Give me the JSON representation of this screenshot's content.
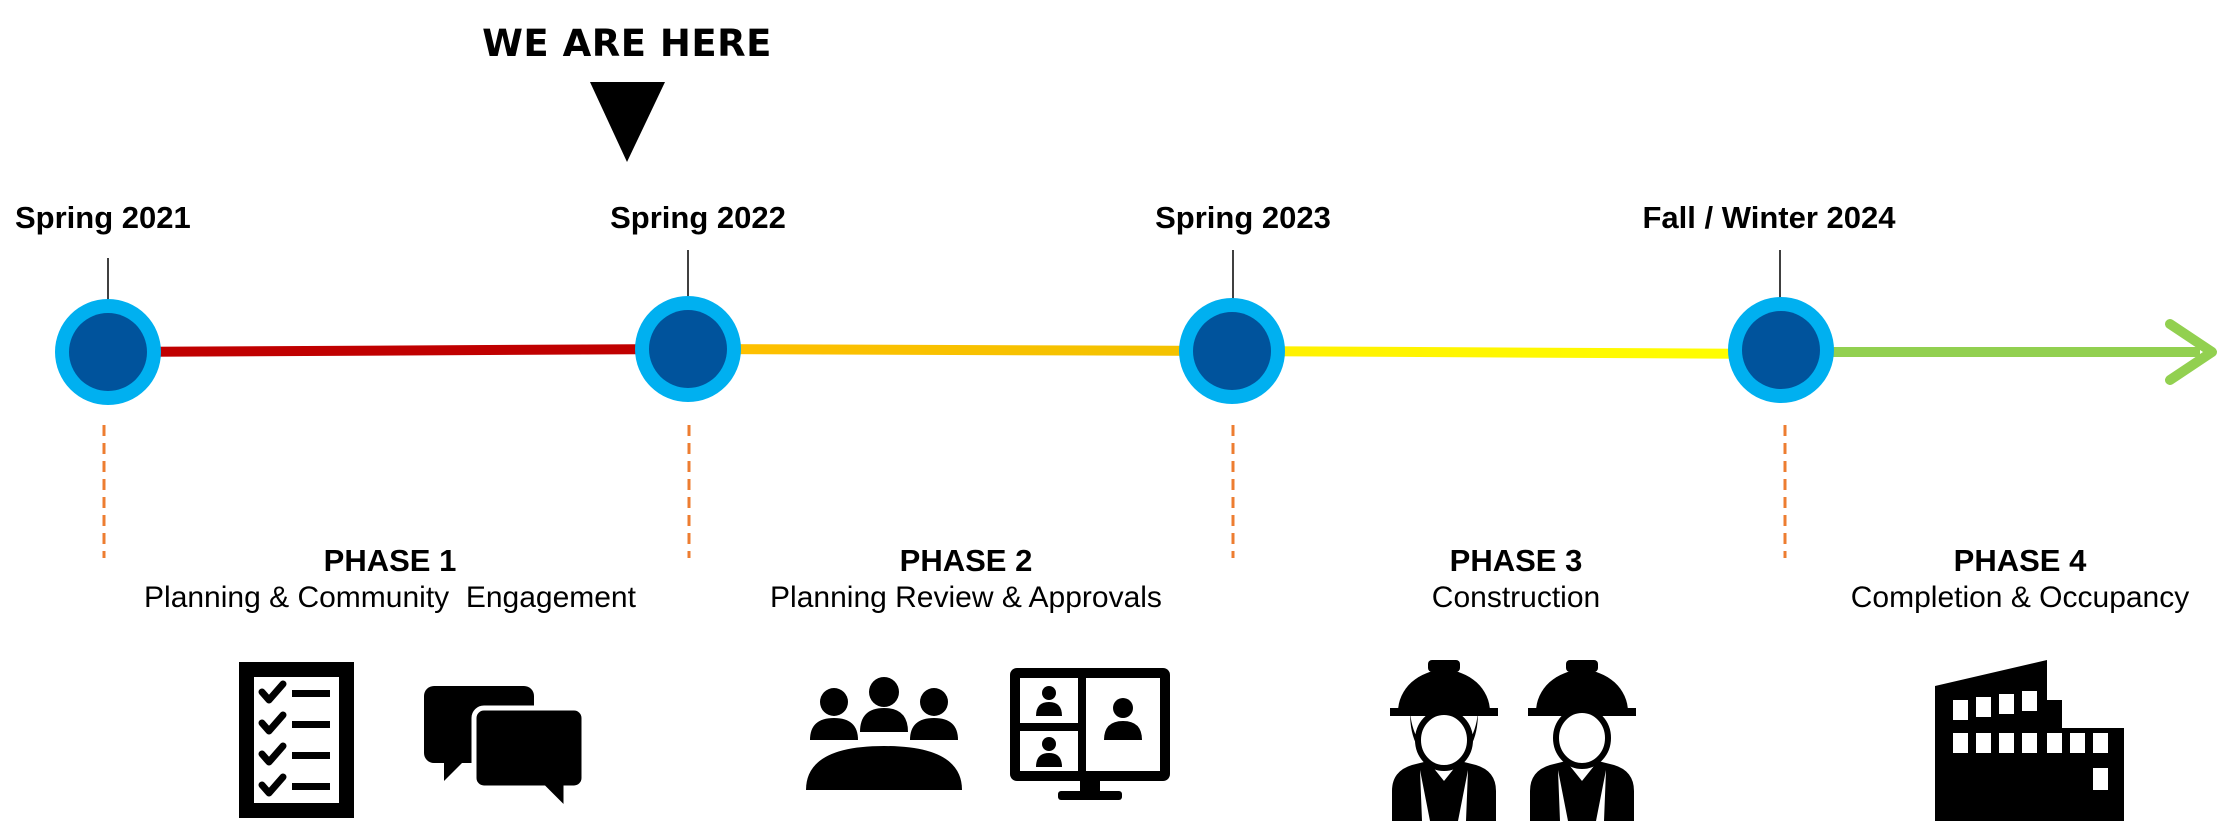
{
  "current_marker": {
    "label": "WE ARE HERE",
    "milestone_index": 1
  },
  "milestones": [
    {
      "label": "Spring 2021"
    },
    {
      "label": "Spring 2022"
    },
    {
      "label": "Spring 2023"
    },
    {
      "label": "Fall / Winter 2024"
    }
  ],
  "phases": [
    {
      "title": "PHASE 1",
      "description": "Planning & Community  Engagement",
      "icons": [
        "checklist-icon",
        "speech-bubbles-icon"
      ]
    },
    {
      "title": "PHASE 2",
      "description": "Planning Review & Approvals",
      "icons": [
        "meeting-group-icon",
        "video-conference-icon"
      ]
    },
    {
      "title": "PHASE 3",
      "description": "Construction",
      "icons": [
        "female-construction-worker-icon",
        "male-construction-worker-icon"
      ]
    },
    {
      "title": "PHASE 4",
      "description": "Completion & Occupancy",
      "icons": [
        "building-icon"
      ]
    }
  ],
  "colors": {
    "phase1_line": "#c00000",
    "phase2_line": "#ffc000",
    "phase3_line": "#ffff00",
    "phase4_line": "#92d050",
    "node_outer": "#00b0f0",
    "node_inner": "#00539c",
    "divider": "#ed7d31"
  }
}
